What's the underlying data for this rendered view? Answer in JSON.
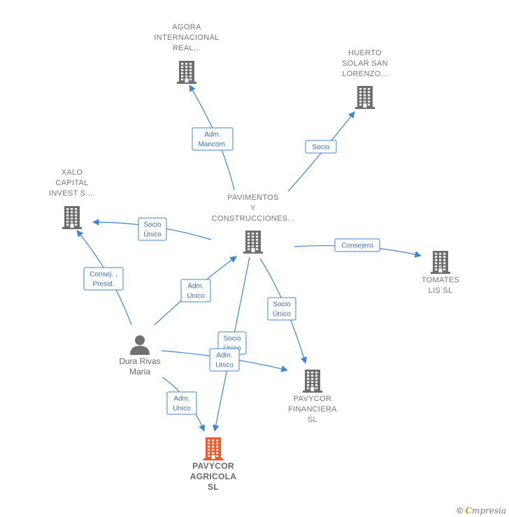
{
  "colors": {
    "edge": "#3d85d6",
    "building": "#6e6e6e",
    "building_highlight": "#f05a2a",
    "person": "#707070",
    "label": "#777777"
  },
  "nodes": [
    {
      "id": "agora",
      "type": "company",
      "lines": [
        "AGORA",
        "INTERNACIONAL",
        "REAL..."
      ]
    },
    {
      "id": "huerto",
      "type": "company",
      "lines": [
        "HUERTO",
        "SOLAR SAN",
        "LORENZO..."
      ]
    },
    {
      "id": "xalo",
      "type": "company",
      "lines": [
        "XALO",
        "CAPITAL",
        "INVEST S...."
      ]
    },
    {
      "id": "pavimentos",
      "type": "company",
      "lines": [
        "PAVIMENTOS",
        "Y",
        "CONSTRUCCIONES..."
      ]
    },
    {
      "id": "tomates",
      "type": "company",
      "lines": [
        "TOMATES",
        "LIS  SL"
      ]
    },
    {
      "id": "dura",
      "type": "person",
      "lines": [
        "Dura Rivas",
        "Maria"
      ]
    },
    {
      "id": "financiera",
      "type": "company",
      "lines": [
        "PAVYCOR",
        "FINANCIERA",
        "SL"
      ]
    },
    {
      "id": "agricola",
      "type": "company",
      "highlight": true,
      "lines": [
        "PAVYCOR",
        "AGRICOLA",
        "SL"
      ]
    }
  ],
  "edges": [
    {
      "from": "pavimentos",
      "to": "agora",
      "label": [
        "Adm.",
        "Mancom."
      ]
    },
    {
      "from": "pavimentos",
      "to": "huerto",
      "label": [
        "Socio"
      ]
    },
    {
      "from": "pavimentos",
      "to": "xalo",
      "label": [
        "Socio",
        "Único"
      ]
    },
    {
      "from": "pavimentos",
      "to": "tomates",
      "label": [
        "Consejero"
      ]
    },
    {
      "from": "pavimentos",
      "to": "financiera",
      "label": [
        "Socio",
        "Único"
      ]
    },
    {
      "from": "pavimentos",
      "to": "agricola",
      "label": [
        "Socio",
        "Único"
      ]
    },
    {
      "from": "dura",
      "to": "xalo",
      "label": [
        "Consej. ,",
        "Presid."
      ]
    },
    {
      "from": "dura",
      "to": "pavimentos",
      "label": [
        "Adm.",
        "Unico"
      ]
    },
    {
      "from": "dura",
      "to": "financiera",
      "label": [
        "Adm.",
        "Unico"
      ]
    },
    {
      "from": "dura",
      "to": "agricola",
      "label": [
        "Adm.",
        "Unico"
      ]
    }
  ],
  "footer": {
    "copyright": "©",
    "brand_initial": "C",
    "brand_rest": "mpresia"
  }
}
